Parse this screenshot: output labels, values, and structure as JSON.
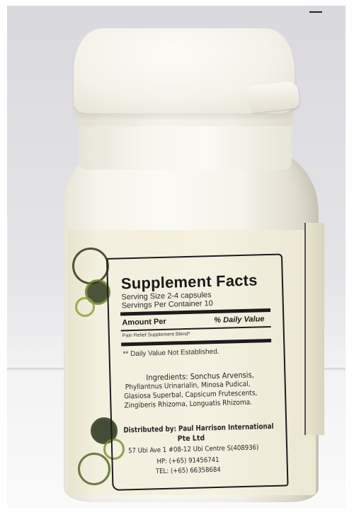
{
  "label": {
    "title": "Supplement Facts",
    "serving_size": "Serving Size 2-4 capsules",
    "servings_per_container": "Servings Per Container 10",
    "amount_per": "Amount Per",
    "daily_value_header": "% Daily Value",
    "blend": "Pain Relief Supplement Blend*",
    "daily_value_note": "** Daily Value Not Established.",
    "ingredients": {
      "heading": "Ingredients: Sonchus Arvensis,",
      "line1": "Phyllantnus Urinarialin, Minosa Pudical,",
      "line2": "Glasiosa Superbal, Capsicum Frutescents,",
      "line3": "Zingiberis Rhizoma, Longuatis Rhizoma."
    },
    "distributor": {
      "line1": "Distributed by: Paul Harrison International",
      "line2": "Pte Ltd",
      "address": "57 Ubi Ave 1 #08-12 Ubi Centre S(408936)",
      "hp": "HP: (+65) 91456741",
      "tel": "TEL: (+65) 66358684"
    }
  },
  "colors": {
    "background": "#e6e5e8",
    "bottle": "#f6f4ec",
    "label_paper": "#f3f0df",
    "ink": "#1c1c1c",
    "swirl_green": "#4a5a2c"
  }
}
